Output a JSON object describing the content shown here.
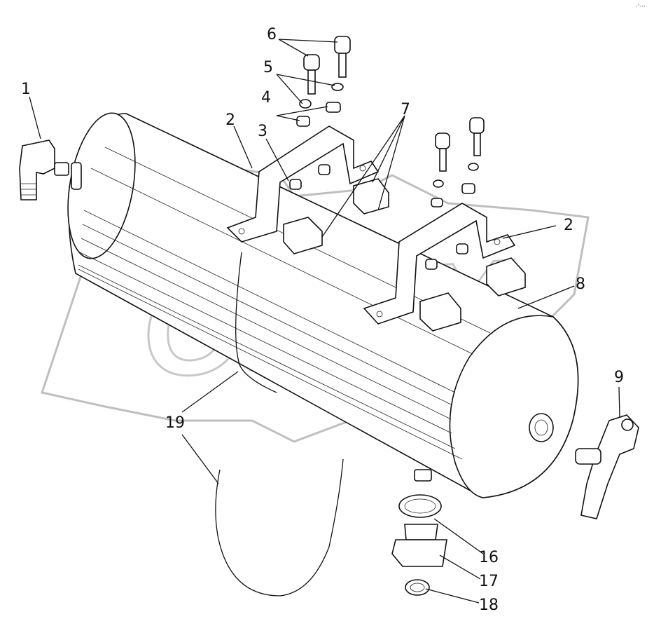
{
  "diagram": {
    "type": "exploded parts diagram",
    "corner_mark": "·'···",
    "callouts": [
      {
        "id": "c1",
        "label": "1"
      },
      {
        "id": "c2a",
        "label": "2"
      },
      {
        "id": "c2b",
        "label": "2"
      },
      {
        "id": "c3",
        "label": "3"
      },
      {
        "id": "c4",
        "label": "4"
      },
      {
        "id": "c5",
        "label": "5"
      },
      {
        "id": "c6",
        "label": "6"
      },
      {
        "id": "c7",
        "label": "7"
      },
      {
        "id": "c8",
        "label": "8"
      },
      {
        "id": "c9",
        "label": "9"
      },
      {
        "id": "c16",
        "label": "16"
      },
      {
        "id": "c17",
        "label": "17"
      },
      {
        "id": "c18",
        "label": "18"
      },
      {
        "id": "c19",
        "label": "19"
      }
    ]
  },
  "watermark": {
    "text": "OPEX",
    "color": "#bfbfbf"
  }
}
